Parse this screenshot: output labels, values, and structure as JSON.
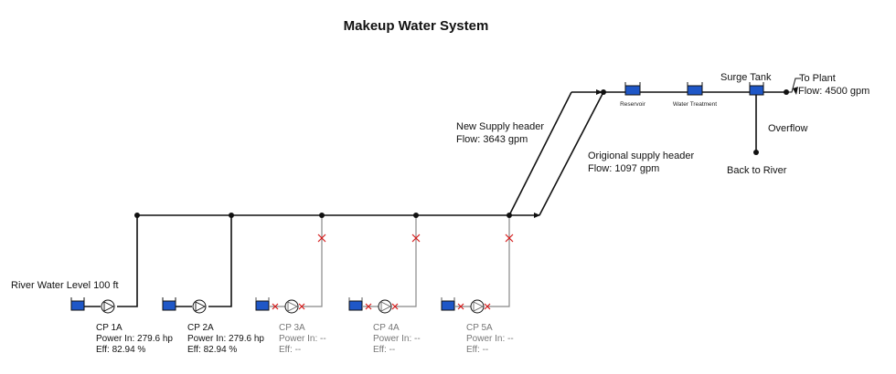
{
  "title": "Makeup Water System",
  "river_level": "River Water Level 100 ft",
  "pumps": [
    {
      "name": "CP 1A",
      "power": "Power In: 279.6 hp",
      "eff": "Eff: 82.94 %",
      "running": true
    },
    {
      "name": "CP 2A",
      "power": "Power In: 279.6 hp",
      "eff": "Eff: 82.94 %",
      "running": true
    },
    {
      "name": "CP 3A",
      "power": "Power In: --",
      "eff": "Eff: --",
      "running": false
    },
    {
      "name": "CP 4A",
      "power": "Power In: --",
      "eff": "Eff: --",
      "running": false
    },
    {
      "name": "CP 5A",
      "power": "Power In: --",
      "eff": "Eff: --",
      "running": false
    }
  ],
  "new_header": {
    "name": "New Supply header",
    "flow": "Flow: 3643 gpm"
  },
  "orig_header": {
    "name": "Origional supply header",
    "flow": "Flow: 1097 gpm"
  },
  "reservoir": "Reservoir",
  "water_treatment": "Water Treatment",
  "surge_tank": "Surge Tank",
  "to_plant": {
    "name": "To Plant",
    "flow": "Flow: 4500 gpm"
  },
  "overflow": "Overflow",
  "back_to_river": "Back to River",
  "colors": {
    "tank": "#1f57c7",
    "valve": "#d61c1c",
    "pipe": "#111111"
  }
}
